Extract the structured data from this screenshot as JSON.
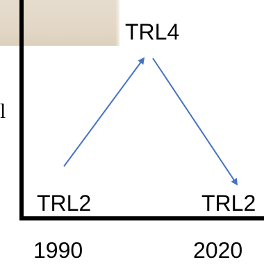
{
  "partial_char": "l",
  "trl_peak": "TRL4",
  "trl_start": "TRL2",
  "trl_end": "TRL2",
  "year_start": "1990",
  "year_end": "2020",
  "arrow_color": "#4472c4",
  "axis_color": "#000000"
}
